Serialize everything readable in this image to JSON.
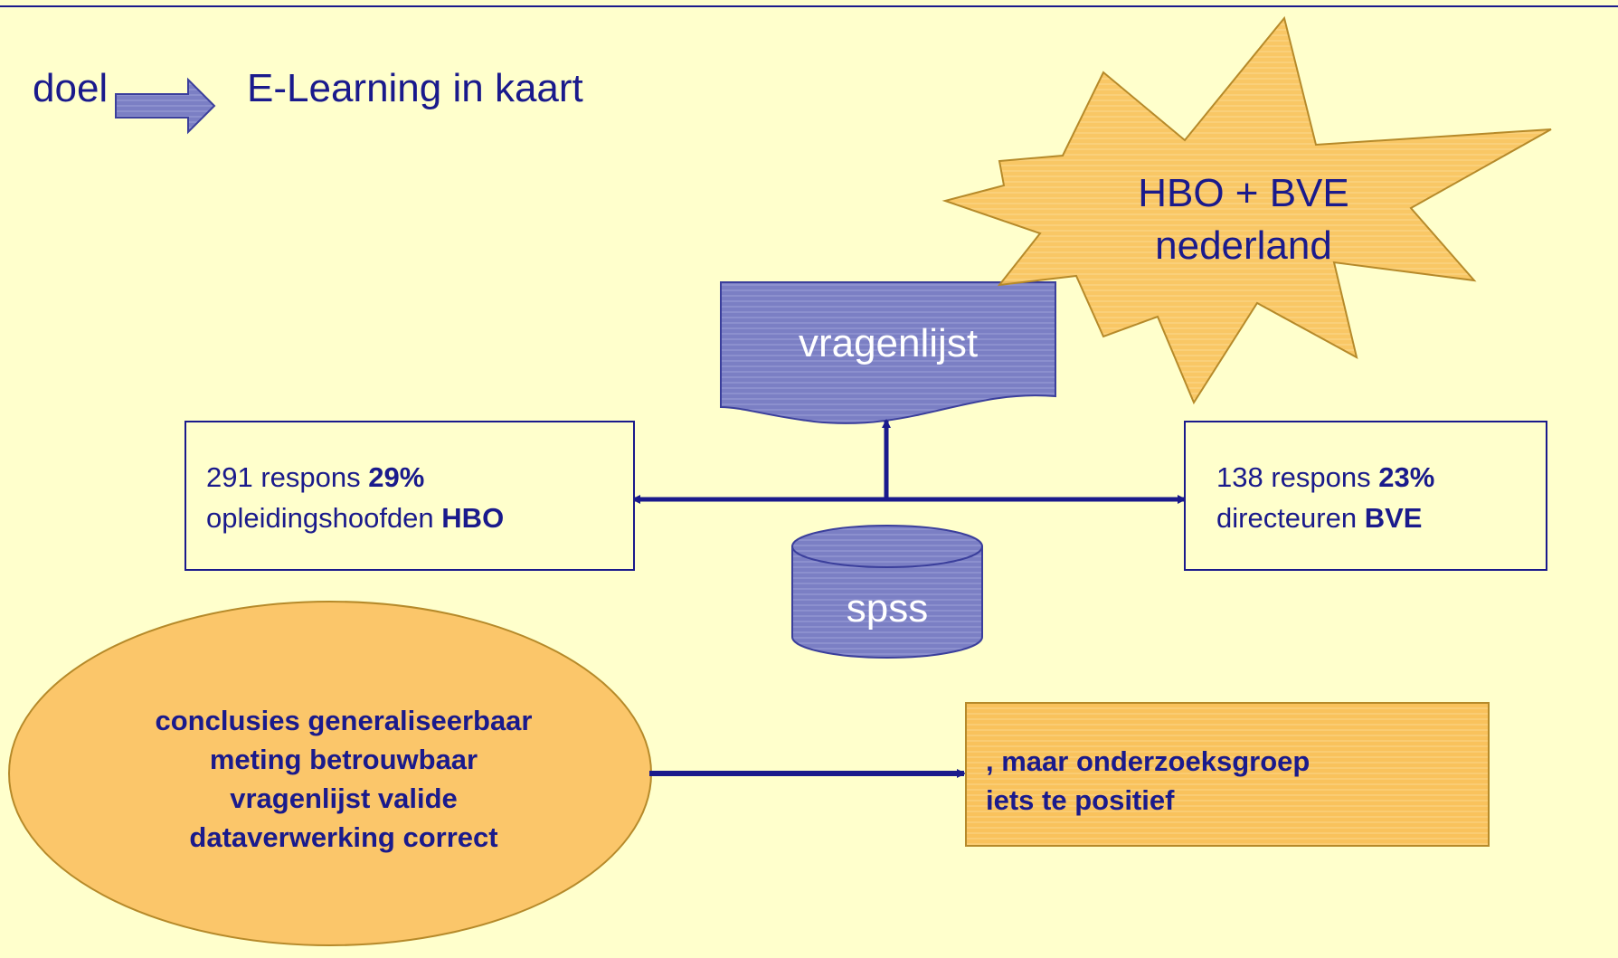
{
  "header": {
    "doel_label": "doel",
    "goal_text": "E-Learning in kaart"
  },
  "starburst": {
    "line1": "HBO + BVE",
    "line2": "nederland"
  },
  "document": {
    "label": "vragenlijst"
  },
  "database": {
    "label": "spss"
  },
  "left_box": {
    "line1_prefix": "291 respons",
    "line1_bold": "29%",
    "line2_prefix": "opleidingshoofden",
    "line2_bold": "HBO"
  },
  "right_box": {
    "line1_prefix": "138 respons",
    "line1_bold": "23%",
    "line2_prefix": "directeuren",
    "line2_bold": "BVE"
  },
  "ellipse": {
    "lines": [
      "conclusies generaliseerbaar",
      "meting betrouwbaar",
      "vragenlijst valide",
      "dataverwerking correct"
    ]
  },
  "conclusion_box": {
    "line1": ", maar onderzoeksgroep",
    "line2": "iets te positief"
  },
  "colors": {
    "background": "#ffffcc",
    "text": "#1a1a8c",
    "shape_blue": "#7b7fc4",
    "shape_orange": "#f9c25c",
    "ellipse_fill": "#fbc66a"
  }
}
